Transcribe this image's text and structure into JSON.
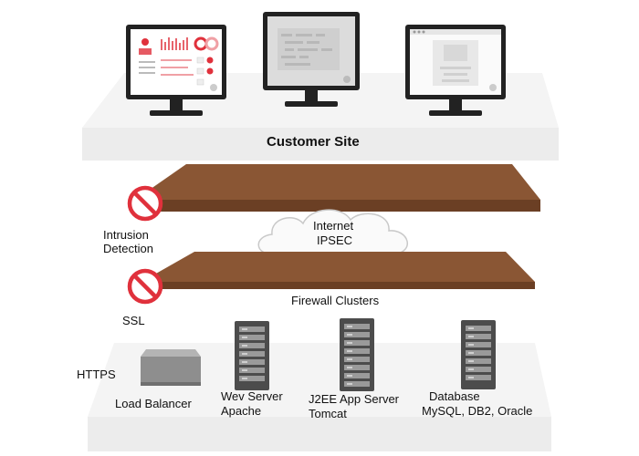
{
  "customer_site": {
    "label": "Customer Site"
  },
  "security": {
    "intrusion_detection": [
      "Intrusion",
      "Detection"
    ],
    "ssl": "SSL",
    "https": "HTTPS"
  },
  "network": {
    "internet": [
      "Internet",
      "IPSEC"
    ],
    "firewall": "Firewall Clusters"
  },
  "servers": {
    "load_balancer": "Load Balancer",
    "web_server": [
      "Wev Server",
      "Apache"
    ],
    "app_server": [
      "J2EE App Server",
      "Tomcat"
    ],
    "database": [
      "Database",
      "MySQL, DB2, Oracle"
    ]
  },
  "colors": {
    "accent": "#e0313c",
    "platform": "#7a4a2c",
    "platform_top": "#8a5634",
    "floor": "#ececec"
  },
  "icons": [
    "monitor-dashboard-icon",
    "monitor-code-icon",
    "monitor-web-icon",
    "no-entry-icon",
    "cloud-icon",
    "server-rack-icon",
    "load-balancer-icon"
  ]
}
